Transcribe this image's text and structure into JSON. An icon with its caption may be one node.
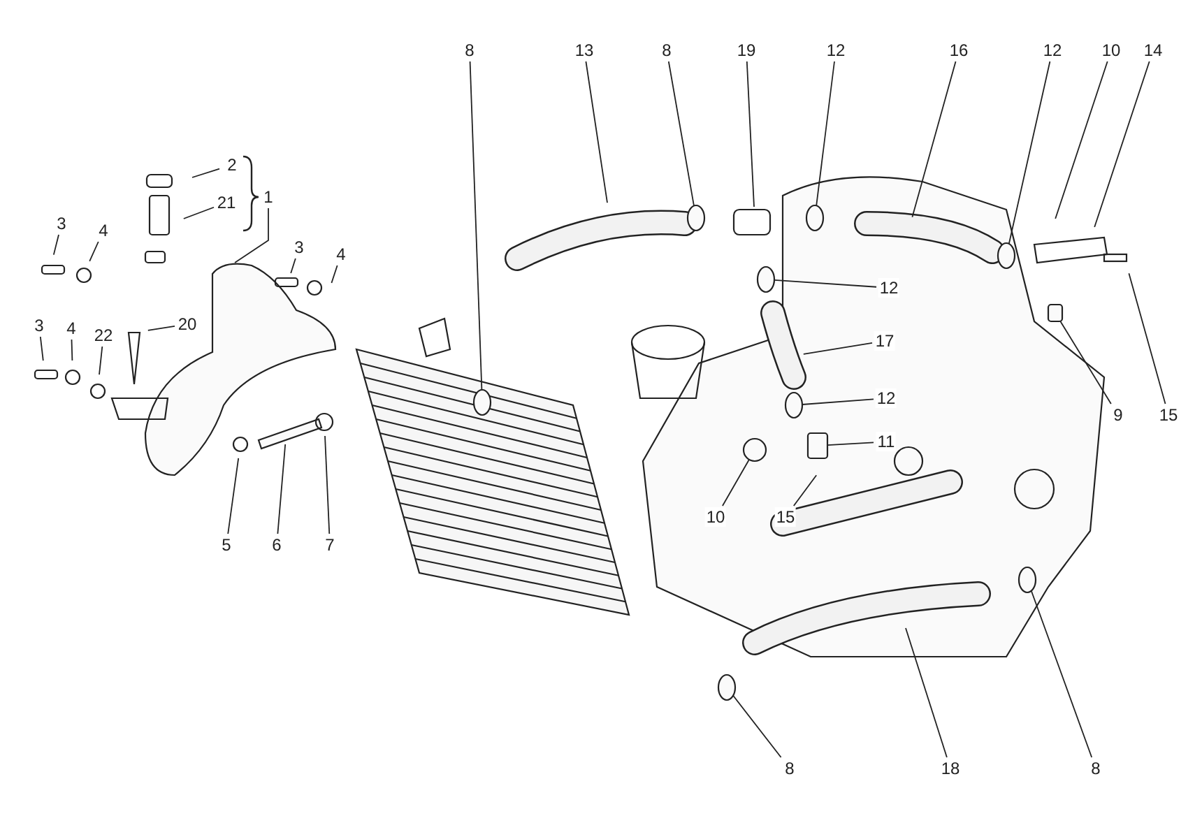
{
  "diagram": {
    "nodes": [
      {
        "text": [
          "8"
        ]
      },
      {
        "text": [
          "13"
        ]
      },
      {
        "text": [
          "8"
        ]
      },
      {
        "text": [
          "19"
        ]
      },
      {
        "text": [
          "12"
        ]
      },
      {
        "text": [
          "16"
        ]
      },
      {
        "text": [
          "12"
        ]
      },
      {
        "text": [
          "10"
        ]
      },
      {
        "text": [
          "14"
        ]
      },
      {
        "text": [
          "12"
        ]
      },
      {
        "text": [
          "17"
        ]
      },
      {
        "text": [
          "9"
        ]
      },
      {
        "text": [
          "15"
        ]
      },
      {
        "text": [
          "12"
        ]
      },
      {
        "text": [
          "11"
        ]
      },
      {
        "text": [
          "10"
        ]
      },
      {
        "text": [
          "15"
        ]
      },
      {
        "text": [
          "8"
        ]
      },
      {
        "text": [
          "18"
        ]
      },
      {
        "text": [
          "8"
        ]
      },
      {
        "text": [
          "2"
        ]
      },
      {
        "text": [
          "21"
        ]
      },
      {
        "text": [
          "1"
        ]
      },
      {
        "text": [
          "3"
        ]
      },
      {
        "text": [
          "4"
        ]
      },
      {
        "text": [
          "3"
        ]
      },
      {
        "text": [
          "4"
        ]
      },
      {
        "text": [
          "3"
        ]
      },
      {
        "text": [
          "4"
        ]
      },
      {
        "text": [
          "22"
        ]
      },
      {
        "text": [
          "20"
        ]
      },
      {
        "text": [
          "5"
        ]
      },
      {
        "text": [
          "6"
        ]
      },
      {
        "text": [
          "7"
        ]
      },
      {
        "text": [],
        "shape": "circle"
      },
      {
        "text": [],
        "shape": "circle"
      },
      {
        "text": [],
        "shape": "circle"
      },
      {
        "text": [],
        "shape": "circle"
      },
      {
        "text": [],
        "shape": "circle"
      },
      {
        "text": [],
        "shape": "box"
      },
      {
        "text": [],
        "shape": "circle"
      },
      {
        "text": [],
        "shape": "box"
      },
      {
        "text": [],
        "shape": "circle"
      },
      {
        "text": [],
        "shape": "circle"
      },
      {
        "text": [],
        "shape": "circle"
      },
      {
        "text": [],
        "shape": "picture"
      }
    ],
    "edges": [
      {
        "from": 0,
        "to": 34,
        "arrow": "none"
      },
      {
        "from": 1,
        "to": null,
        "arrow": "none"
      },
      {
        "from": 2,
        "to": 35,
        "arrow": "none"
      },
      {
        "from": 3,
        "to": null,
        "arrow": "none"
      },
      {
        "from": 4,
        "to": 36,
        "arrow": "none"
      },
      {
        "from": 5,
        "to": null,
        "arrow": "none"
      },
      {
        "from": 6,
        "to": 37,
        "arrow": "none"
      },
      {
        "from": 7,
        "to": null,
        "arrow": "none"
      },
      {
        "from": 8,
        "to": null,
        "arrow": "none"
      },
      {
        "from": 9,
        "to": 38,
        "arrow": "none"
      },
      {
        "from": 10,
        "to": null,
        "arrow": "none"
      },
      {
        "from": 11,
        "to": 39,
        "arrow": "none"
      },
      {
        "from": 12,
        "to": null,
        "arrow": "none"
      },
      {
        "from": 13,
        "to": 40,
        "arrow": "none"
      },
      {
        "from": 14,
        "to": 41,
        "arrow": "none"
      },
      {
        "from": 15,
        "to": 42,
        "arrow": "none"
      },
      {
        "from": 16,
        "to": null,
        "arrow": "none"
      },
      {
        "from": 17,
        "to": 43,
        "arrow": "none"
      },
      {
        "from": 18,
        "to": null,
        "arrow": "none"
      },
      {
        "from": 19,
        "to": 44,
        "arrow": "none"
      },
      {
        "from": 20,
        "to": null,
        "arrow": "none"
      },
      {
        "from": 21,
        "to": null,
        "arrow": "none"
      },
      {
        "from": 22,
        "to": 45,
        "arrow": "none"
      },
      {
        "from": 23,
        "to": null,
        "arrow": "none"
      },
      {
        "from": 24,
        "to": null,
        "arrow": "none"
      },
      {
        "from": 25,
        "to": null,
        "arrow": "none"
      },
      {
        "from": 26,
        "to": null,
        "arrow": "none"
      },
      {
        "from": 27,
        "to": null,
        "arrow": "none"
      },
      {
        "from": 28,
        "to": null,
        "arrow": "none"
      },
      {
        "from": 29,
        "to": null,
        "arrow": "none"
      },
      {
        "from": 30,
        "to": null,
        "arrow": "none"
      },
      {
        "from": 31,
        "to": null,
        "arrow": "none"
      },
      {
        "from": 32,
        "to": null,
        "arrow": "none"
      },
      {
        "from": 33,
        "to": null,
        "arrow": "none"
      }
    ]
  }
}
